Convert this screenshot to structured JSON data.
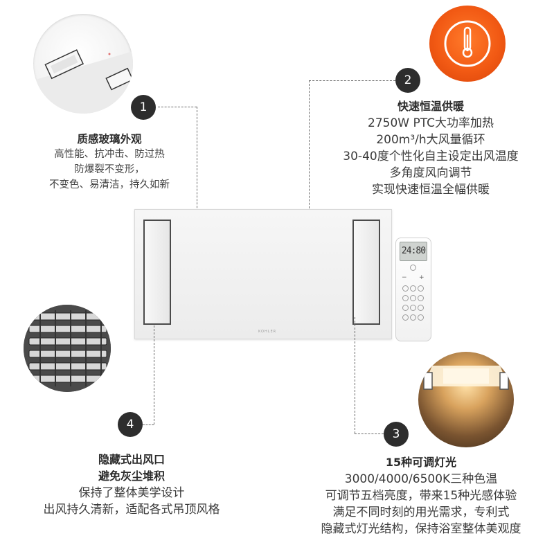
{
  "features": [
    {
      "number": "1",
      "title": "质感玻璃外观",
      "lines": [
        "高性能、抗冲击、防过热",
        "防爆裂不变形，",
        "不变色、易清洁，持久如新"
      ]
    },
    {
      "number": "2",
      "title": "快速恒温供暖",
      "lines": [
        "2750W PTC大功率加热",
        "200m³/h大风量循环",
        "30-40度个性化自主设定出风温度",
        "多角度风向调节",
        "实现快速恒温全幅供暖"
      ]
    },
    {
      "number": "3",
      "title": "15种可调灯光",
      "lines": [
        "3000/4000/6500K三种色温",
        "可调节五档亮度，带来15种光感体验",
        "满足不同时刻的用光需求，专利式",
        "隐藏式灯光结构，保持浴室整体美观度"
      ]
    },
    {
      "number": "4",
      "title_lines": [
        "隐藏式出风口",
        "避免灰尘堆积"
      ],
      "lines": [
        "保持了整体美学设计",
        "出风持久清新，适配各式吊顶风格"
      ]
    }
  ],
  "product": {
    "brand": "KOHLER"
  },
  "remote": {
    "display": "24:80",
    "minus": "−",
    "plus": "+"
  },
  "colors": {
    "badge": "#2d2d2d",
    "heat_orange": "#f25a14",
    "dash": "#6a6a6a"
  },
  "icons": [
    "glass-detail-photo",
    "thermometer-icon",
    "vent-grille-photo",
    "light-panel-photo",
    "remote-control"
  ]
}
